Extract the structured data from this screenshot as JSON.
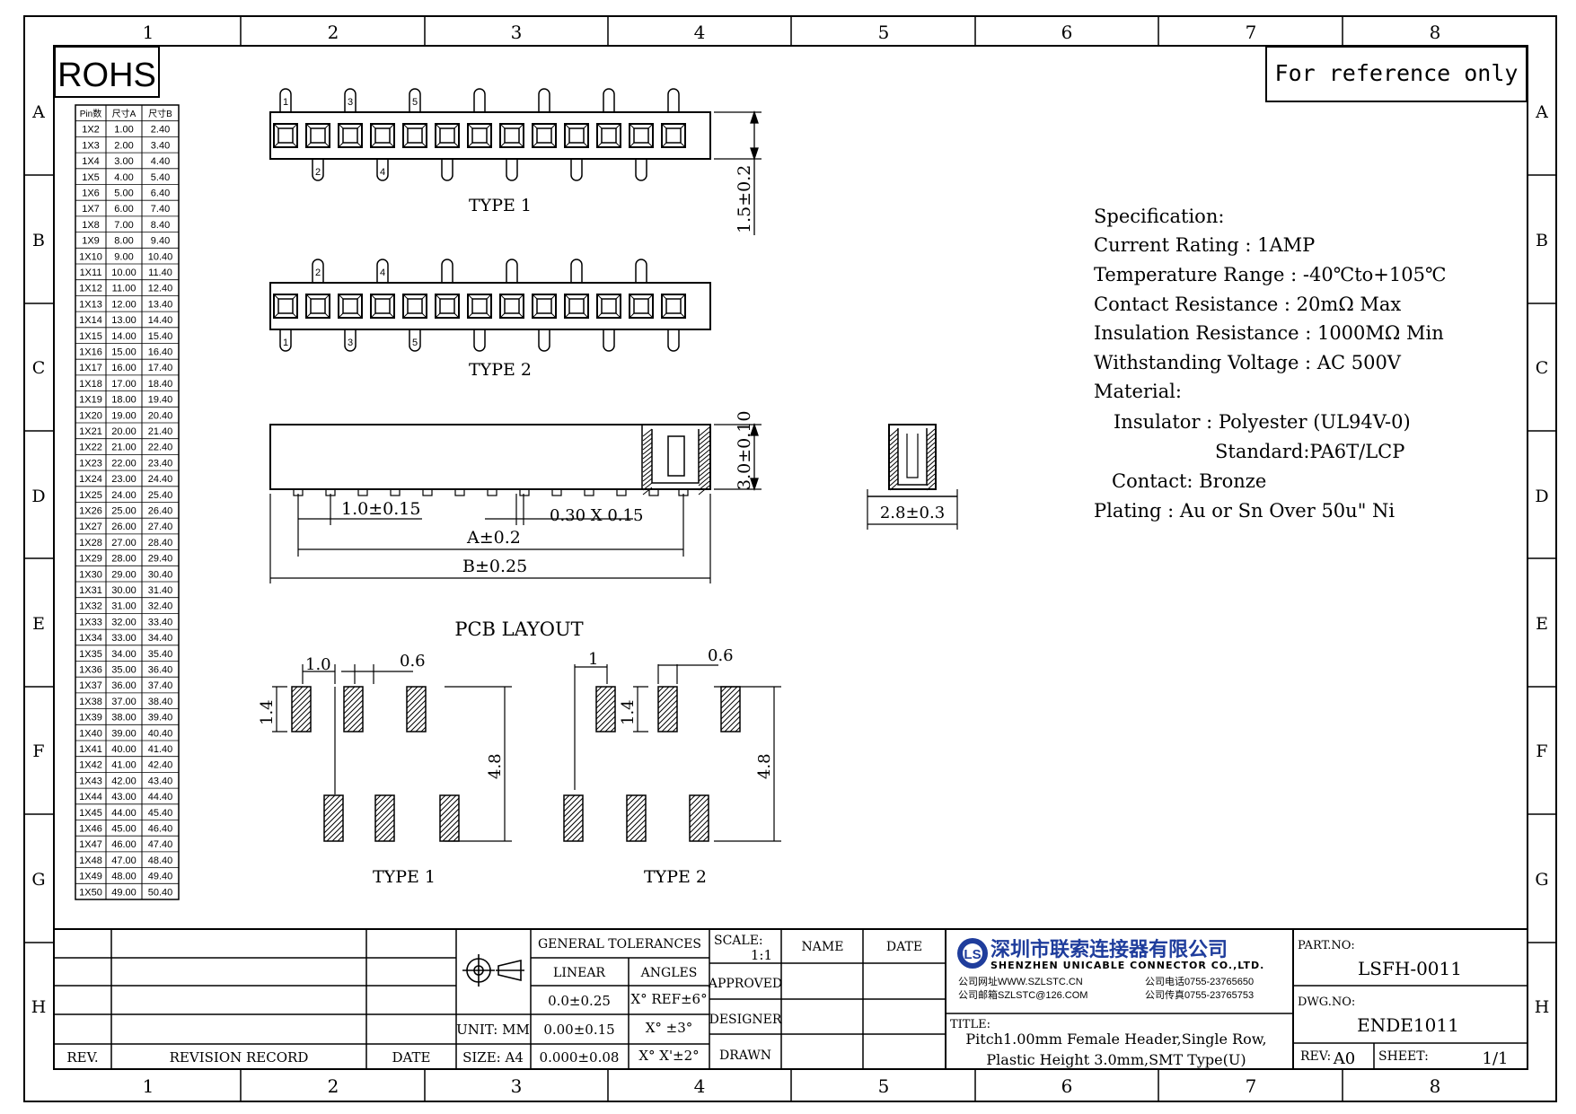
{
  "grid": {
    "columns": [
      "1",
      "2",
      "3",
      "4",
      "5",
      "6",
      "7",
      "8"
    ],
    "rows": [
      "A",
      "B",
      "C",
      "D",
      "E",
      "F",
      "G",
      "H"
    ]
  },
  "rohs": "ROHS",
  "reference_note": "For reference only",
  "size_table": {
    "headers": [
      "Pin数",
      "尺寸A",
      "尺寸B"
    ],
    "rows": [
      [
        "1X2",
        "1.00",
        "2.40"
      ],
      [
        "1X3",
        "2.00",
        "3.40"
      ],
      [
        "1X4",
        "3.00",
        "4.40"
      ],
      [
        "1X5",
        "4.00",
        "5.40"
      ],
      [
        "1X6",
        "5.00",
        "6.40"
      ],
      [
        "1X7",
        "6.00",
        "7.40"
      ],
      [
        "1X8",
        "7.00",
        "8.40"
      ],
      [
        "1X9",
        "8.00",
        "9.40"
      ],
      [
        "1X10",
        "9.00",
        "10.40"
      ],
      [
        "1X11",
        "10.00",
        "11.40"
      ],
      [
        "1X12",
        "11.00",
        "12.40"
      ],
      [
        "1X13",
        "12.00",
        "13.40"
      ],
      [
        "1X14",
        "13.00",
        "14.40"
      ],
      [
        "1X15",
        "14.00",
        "15.40"
      ],
      [
        "1X16",
        "15.00",
        "16.40"
      ],
      [
        "1X17",
        "16.00",
        "17.40"
      ],
      [
        "1X18",
        "17.00",
        "18.40"
      ],
      [
        "1X19",
        "18.00",
        "19.40"
      ],
      [
        "1X20",
        "19.00",
        "20.40"
      ],
      [
        "1X21",
        "20.00",
        "21.40"
      ],
      [
        "1X22",
        "21.00",
        "22.40"
      ],
      [
        "1X23",
        "22.00",
        "23.40"
      ],
      [
        "1X24",
        "23.00",
        "24.40"
      ],
      [
        "1X25",
        "24.00",
        "25.40"
      ],
      [
        "1X26",
        "25.00",
        "26.40"
      ],
      [
        "1X27",
        "26.00",
        "27.40"
      ],
      [
        "1X28",
        "27.00",
        "28.40"
      ],
      [
        "1X29",
        "28.00",
        "29.40"
      ],
      [
        "1X30",
        "29.00",
        "30.40"
      ],
      [
        "1X31",
        "30.00",
        "31.40"
      ],
      [
        "1X32",
        "31.00",
        "32.40"
      ],
      [
        "1X33",
        "32.00",
        "33.40"
      ],
      [
        "1X34",
        "33.00",
        "34.40"
      ],
      [
        "1X35",
        "34.00",
        "35.40"
      ],
      [
        "1X36",
        "35.00",
        "36.40"
      ],
      [
        "1X37",
        "36.00",
        "37.40"
      ],
      [
        "1X38",
        "37.00",
        "38.40"
      ],
      [
        "1X39",
        "38.00",
        "39.40"
      ],
      [
        "1X40",
        "39.00",
        "40.40"
      ],
      [
        "1X41",
        "40.00",
        "41.40"
      ],
      [
        "1X42",
        "41.00",
        "42.40"
      ],
      [
        "1X43",
        "42.00",
        "43.40"
      ],
      [
        "1X44",
        "43.00",
        "44.40"
      ],
      [
        "1X45",
        "44.00",
        "45.40"
      ],
      [
        "1X46",
        "45.00",
        "46.40"
      ],
      [
        "1X47",
        "46.00",
        "47.40"
      ],
      [
        "1X48",
        "47.00",
        "48.40"
      ],
      [
        "1X49",
        "48.00",
        "49.40"
      ],
      [
        "1X50",
        "49.00",
        "50.40"
      ]
    ]
  },
  "drawing": {
    "type1_label": "TYPE 1",
    "type2_label": "TYPE 2",
    "type1_top_pins": [
      "1",
      "3",
      "5"
    ],
    "type1_bottom_pins": [
      "2",
      "4"
    ],
    "type2_top_pins": [
      "2",
      "4"
    ],
    "type2_bottom_pins": [
      "1",
      "3",
      "5"
    ],
    "dim_width": "1.5±0.2",
    "dim_height": "3.0±0.10",
    "dim_pitch": "1.0±0.15",
    "dim_pin": "0.30 X 0.15",
    "dim_a": "A±0.2",
    "dim_b": "B±0.25",
    "dim_side": "2.8±0.3",
    "pcb_title": "PCB LAYOUT",
    "pcb_type1": "TYPE 1",
    "pcb_type2": "TYPE 2",
    "pcb1_pitch": "1.0",
    "pcb1_pad_w": "0.6",
    "pcb1_pad_h": "1.4",
    "pcb1_span": "4.8",
    "pcb2_pitch": "1",
    "pcb2_pad_w": "0.6",
    "pcb2_pad_h": "1.4",
    "pcb2_span": "4.8"
  },
  "spec": {
    "heading": "Specification:",
    "current": "Current Rating : 1AMP",
    "temperature": "Temperature Range : -40℃to+105℃",
    "contact_res": "Contact Resistance : 20mΩ Max",
    "insulation": "Insulation Resistance : 1000MΩ Min",
    "voltage": "Withstanding Voltage : AC 500V",
    "material": "Material:",
    "insulator": "Insulator : Polyester (UL94V-0)",
    "standard": "Standard:PA6T/LCP",
    "contact": "Contact: Bronze",
    "plating": "Plating : Au or Sn Over 50u\" Ni"
  },
  "title_block": {
    "rev_label": "REV.",
    "revision_record": "REVISION RECORD",
    "date_label": "DATE",
    "unit": "UNIT: MM",
    "size": "SIZE: A4",
    "general_tol": "GENERAL TOLERANCES",
    "linear": "LINEAR",
    "angles": "ANGLES",
    "lin1": "0.0±0.25",
    "lin2": "0.00±0.15",
    "lin3": "0.000±0.08",
    "ang1": "X° REF±6°",
    "ang2": "X° ±3°",
    "ang3": "X° X'±2°",
    "scale_label": "SCALE:",
    "scale_value": "1:1",
    "name_label": "NAME",
    "date2_label": "DATE",
    "approved": "APPROVED",
    "designer": "DESIGNER",
    "drawn": "DRAWN",
    "company_cn": "深圳市联索连接器有限公司",
    "company_en": "SHENZHEN UNICABLE CONNECTOR CO.,LTD.",
    "web": "公司网址WWW.SZLSTC.CN",
    "email": "公司邮箱SZLSTC@126.COM",
    "phone": "公司电话0755-23765650",
    "fax": "公司传真0755-23765753",
    "logo": "LS",
    "title_label": "TITLE:",
    "title_line1": "Pitch1.00mm Female Header,Single Row,",
    "title_line2": "Plastic Height 3.0mm,SMT Type(U)",
    "part_no_label": "PART.NO:",
    "part_no": "LSFH-0011",
    "dwg_no_label": "DWG.NO:",
    "dwg_no": "ENDE1011",
    "rev2_label": "REV:",
    "rev_value": "A0",
    "sheet_label": "SHEET:",
    "sheet_value": "1/1"
  },
  "colors": {
    "logo_blue": "#1f3d9c",
    "ink": "#000000"
  }
}
